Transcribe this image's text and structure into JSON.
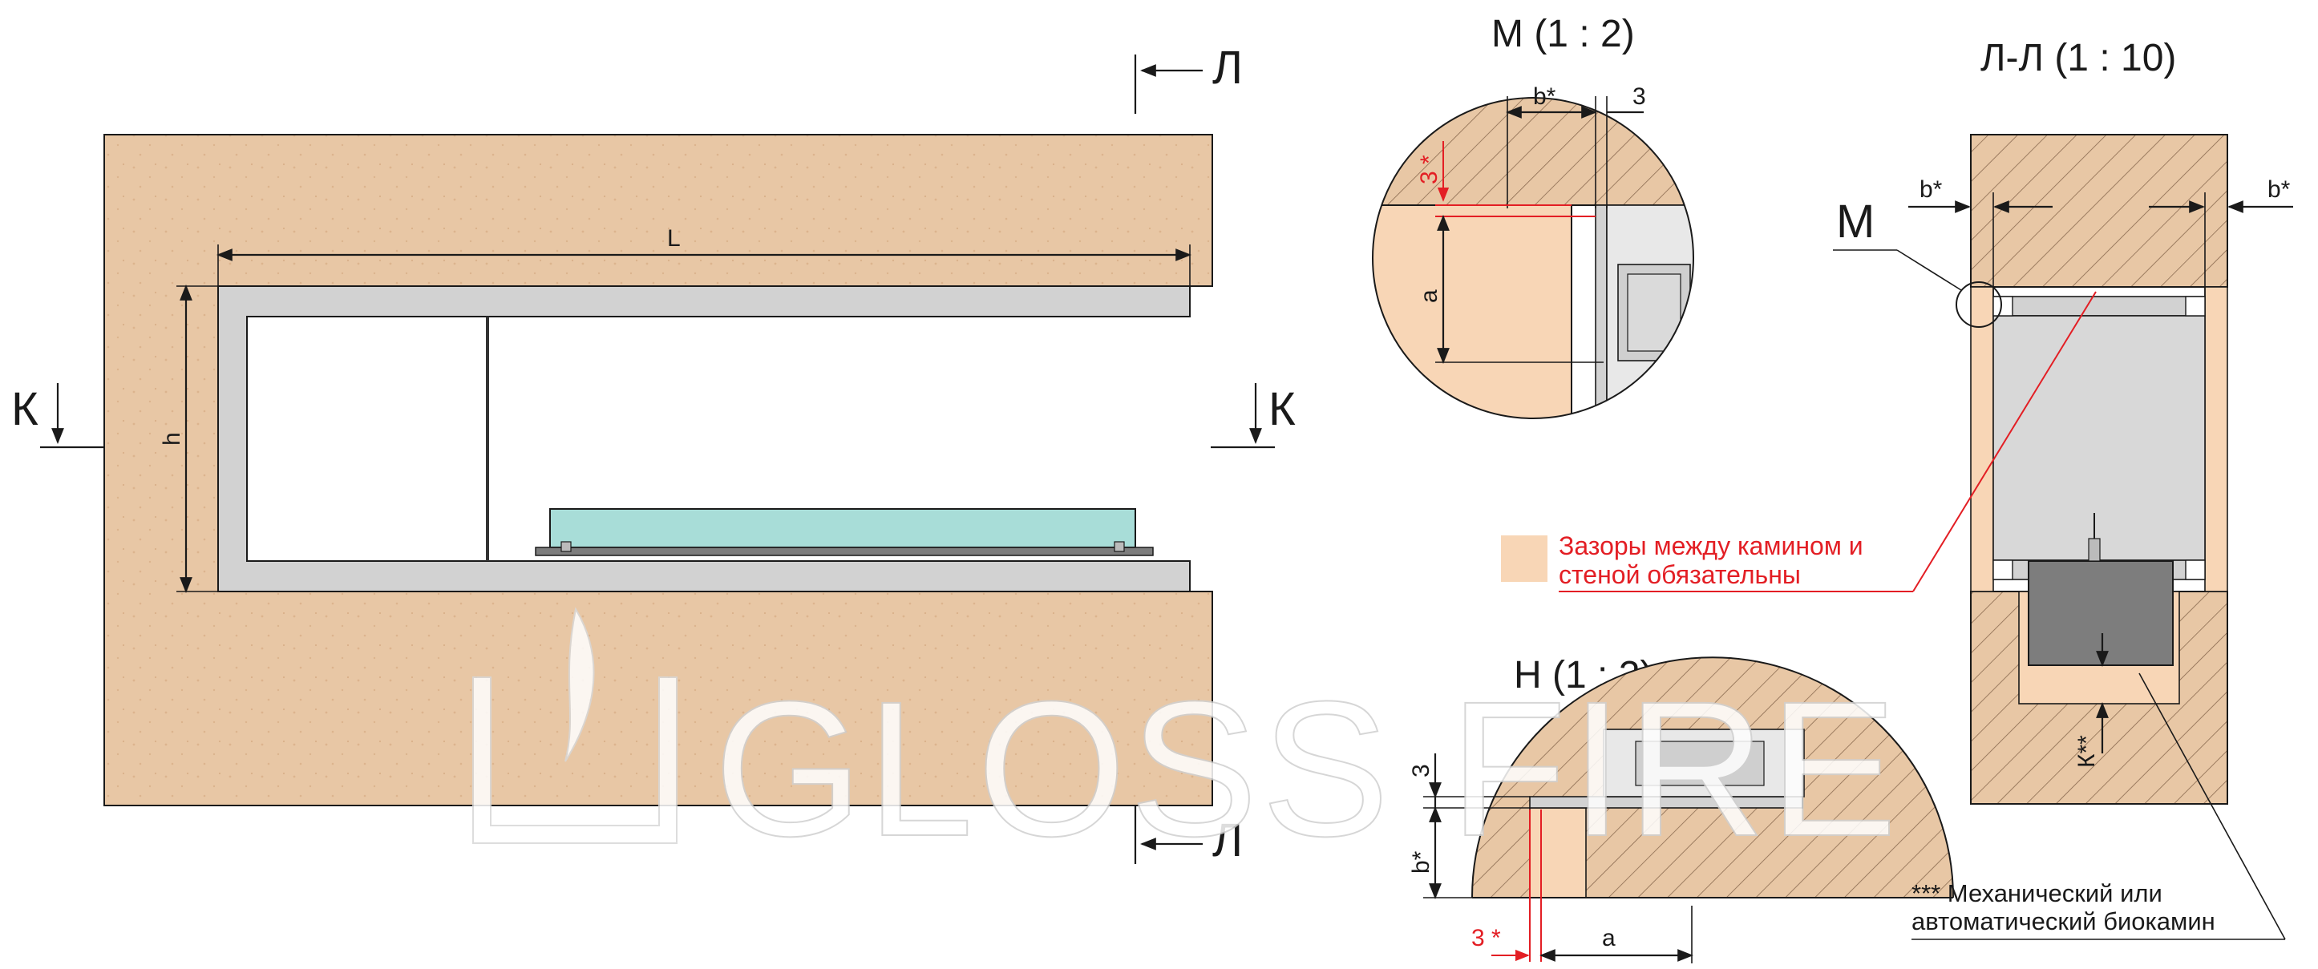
{
  "colors": {
    "wall": "#e8c7a5",
    "wall_texture": "#dcb48e",
    "frame": "#d2d2d2",
    "glass": "#a8ddd8",
    "burner": "#7d7d7d",
    "gap_fill": "#f8d6b6",
    "accent_red": "#e31e24",
    "line": "#1a1a1a"
  },
  "plan_view": {
    "dim_length": "L",
    "dim_height": "h",
    "section_k_left": "К",
    "section_k_right": "К",
    "section_l_top": "Л",
    "section_l_bottom": "Л"
  },
  "detail_m": {
    "title": "М (1 : 2)",
    "dim_b": "b*",
    "dim_3": "3",
    "dim_3_red": "3 *",
    "dim_a": "a"
  },
  "detail_n": {
    "title": "Н (1 : 2)",
    "dim_3": "3",
    "dim_b": "b*",
    "dim_3_red": "3 *",
    "dim_a": "a"
  },
  "section_ll": {
    "title": "Л-Л (1 : 10)",
    "dim_b_left": "b*",
    "dim_b_right": "b*",
    "callout_m": "М",
    "dim_k": "К**"
  },
  "legend": {
    "gap_line1": "Зазоры между камином и",
    "gap_line2": "стеной обязательны"
  },
  "note": {
    "line1": "*** Механический или",
    "line2": "автоматический биокамин"
  },
  "watermark": {
    "text": "GLOSS FIRE"
  }
}
